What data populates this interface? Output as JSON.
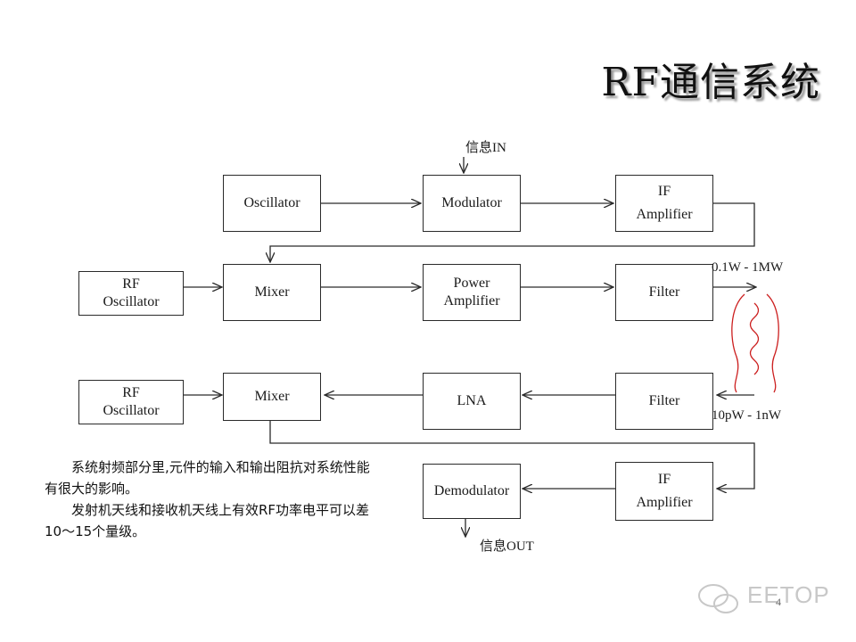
{
  "title": "RF通信系统",
  "blocks": {
    "oscillator": "Oscillator",
    "modulator": "Modulator",
    "if_amp_tx": [
      "IF",
      "Amplifier"
    ],
    "rf_osc_tx": [
      "RF",
      "Oscillator"
    ],
    "mixer_tx": "Mixer",
    "power_amp": [
      "Power",
      "Amplifier"
    ],
    "filter_tx": "Filter",
    "rf_osc_rx": [
      "RF",
      "Oscillator"
    ],
    "mixer_rx": "Mixer",
    "lna": "LNA",
    "filter_rx": "Filter",
    "demodulator": "Demodulator",
    "if_amp_rx": [
      "IF",
      "Amplifier"
    ]
  },
  "labels": {
    "signal_in": "信息IN",
    "signal_out": "信息OUT",
    "tx_power": "0.1W - 1MW",
    "rx_power": "10pW - 1nW"
  },
  "notes": [
    "系统射频部分里,元件的输入和输出阻抗对系统性能",
    "有很大的影响。",
    "发射机天线和接收机天线上有效RF功率电平可以差",
    "10～15个量级。"
  ],
  "watermark": "EETOP",
  "page_number": "4"
}
